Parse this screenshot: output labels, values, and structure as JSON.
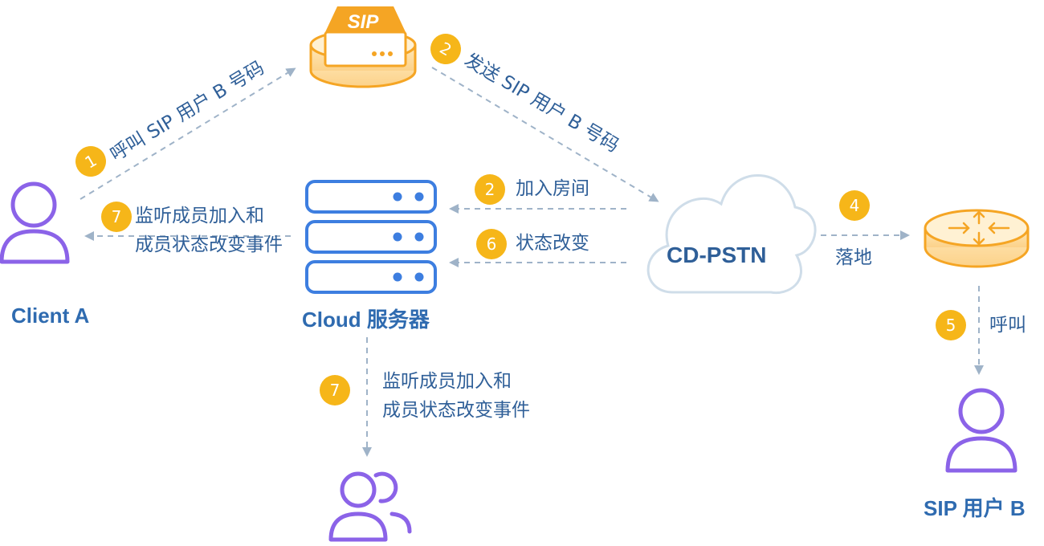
{
  "nodes": {
    "client_a": "Client A",
    "sip_server_label": "SIP",
    "cloud_server": "Cloud 服务器",
    "cd_pstn": "CD-PSTN",
    "sip_user_b": "SIP 用户 B"
  },
  "steps": [
    {
      "num": "1",
      "label": "呼叫 SIP 用户 B 号码"
    },
    {
      "num": "2",
      "label": "发送 SIP 用户 B 号码"
    },
    {
      "num": "2",
      "label": "加入房间"
    },
    {
      "num": "4",
      "label": "落地"
    },
    {
      "num": "5",
      "label": "呼叫"
    },
    {
      "num": "6",
      "label": "状态改变"
    },
    {
      "num": "7",
      "label_line1": "监听成员加入和",
      "label_line2": "成员状态改变事件"
    },
    {
      "num": "7",
      "label_line1": "监听成员加入和",
      "label_line2": "成员状态改变事件"
    }
  ],
  "colors": {
    "blue_text": "#2f5f98",
    "badge": "#f6b619",
    "user_icon": "#8b63e8",
    "server_blue": "#3d7ee0",
    "orange": "#f5a524",
    "arrow": "#9fb3c8"
  }
}
